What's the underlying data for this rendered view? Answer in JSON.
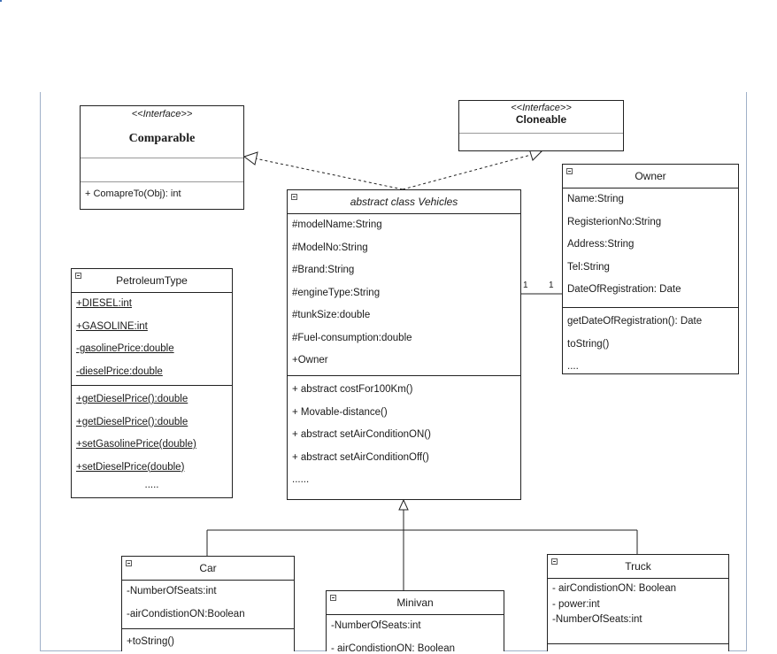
{
  "diagram": {
    "comparable": {
      "stereotype": "<<Interface>>",
      "name": "Comparable",
      "methods": [
        "+ ComapreTo(Obj): int"
      ]
    },
    "cloneable": {
      "stereotype": "<<Interface>>",
      "name": "Cloneable"
    },
    "vehicles": {
      "name": "abstract class Vehicles",
      "attributes": [
        "#modelName:String",
        "#ModelNo:String",
        "#Brand:String",
        "#engineType:String",
        "#tunkSize:double",
        "#Fuel-consumption:double",
        "+Owner"
      ],
      "methods": [
        "+ abstract costFor100Km()",
        "+ Movable-distance()",
        "+ abstract setAirConditionON()",
        "+ abstract setAirConditionOff()",
        "......"
      ]
    },
    "owner": {
      "name": "Owner",
      "attributes": [
        "Name:String",
        "RegisterionNo:String",
        "Address:String",
        "Tel:String",
        "DateOfRegistration: Date"
      ],
      "methods": [
        "getDateOfRegistration(): Date",
        "toString()",
        "...."
      ]
    },
    "petroleum": {
      "name": "PetroleumType",
      "attributes": [
        "+DIESEL:int",
        "+GASOLINE:int",
        "-gasolinePrice:double",
        "-dieselPrice:double"
      ],
      "methods": [
        "+getDieselPrice():double",
        "+getDieselPrice():double",
        "+setGasolinePrice(double)",
        "+setDieselPrice(double)",
        "....."
      ]
    },
    "car": {
      "name": "Car",
      "attributes": [
        "-NumberOfSeats:int",
        "-airCondistionON:Boolean"
      ],
      "methods": [
        "+toString()"
      ]
    },
    "minivan": {
      "name": "Minivan",
      "attributes": [
        "-NumberOfSeats:int",
        "- airCondistionON: Boolean"
      ]
    },
    "truck": {
      "name": "Truck",
      "attributes": [
        "- airCondistionON: Boolean",
        "- power:int",
        "-NumberOfSeats:int"
      ]
    },
    "association": {
      "left_multiplicity": "1",
      "right_multiplicity": "1"
    }
  }
}
